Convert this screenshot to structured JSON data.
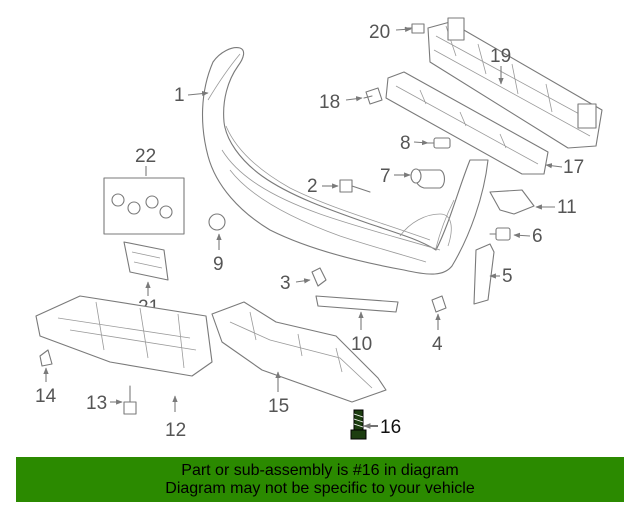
{
  "callouts": {
    "n1": "1",
    "n2": "2",
    "n3": "3",
    "n4": "4",
    "n5": "5",
    "n6": "6",
    "n7": "7",
    "n8": "8",
    "n9": "9",
    "n10": "10",
    "n11": "11",
    "n12": "12",
    "n13": "13",
    "n14": "14",
    "n15": "15",
    "n16": "16",
    "n17": "17",
    "n18": "18",
    "n19": "19",
    "n20": "20",
    "n21": "21",
    "n22": "22"
  },
  "highlight_color": "#111111",
  "banner": {
    "color": "#2b8a00",
    "line1": "Part or sub-assembly is #16 in diagram",
    "line2": "Diagram may not be specific to your vehicle"
  }
}
